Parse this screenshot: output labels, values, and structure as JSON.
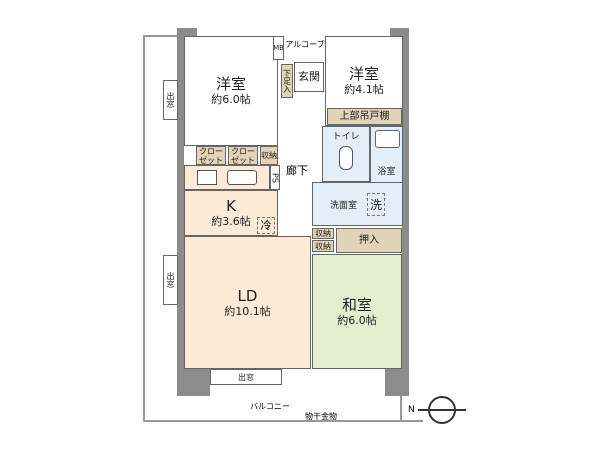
{
  "rooms": {
    "western1": {
      "name": "洋室",
      "area": "約6.0帖"
    },
    "western2": {
      "name": "洋室",
      "area": "約4.1帖"
    },
    "kitchen": {
      "name": "K",
      "area": "約3.6帖"
    },
    "ld": {
      "name": "LD",
      "area": "約10.1帖"
    },
    "japanese": {
      "name": "和室",
      "area": "約6.0帖"
    }
  },
  "labels": {
    "mb": "MB",
    "alcove": "アルコーブ",
    "entrance": "玄関",
    "shoe_storage": "下足入",
    "upper_cabinet": "上部吊戸棚",
    "closet1": "クローゼット",
    "closet2": "クローゼット",
    "storage": "収納",
    "ps": "PS",
    "corridor": "廊下",
    "toilet": "トイレ",
    "bath": "浴室",
    "washroom": "洗面室",
    "washer": "洗",
    "fridge": "冷",
    "storage2": "収納",
    "storage3": "収納",
    "oshiire": "押入",
    "bay1": "出窓",
    "bay2": "出窓",
    "bay3": "出窓",
    "balcony": "バルコニー",
    "laundry": "物干金物",
    "north": "N"
  }
}
